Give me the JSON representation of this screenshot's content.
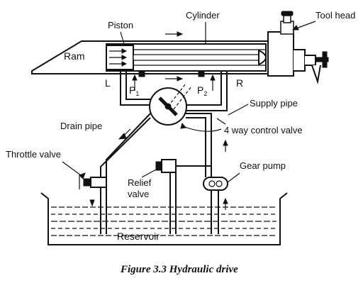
{
  "labels": {
    "piston": "Piston",
    "cylinder": "Cylinder",
    "tool_head": "Tool head",
    "ram": "Ram",
    "left_port": "L",
    "right_port": "R",
    "p1": "P",
    "p1_sub": "1",
    "p2": "P",
    "p2_sub": "2",
    "supply_pipe": "Supply pipe",
    "drain_pipe": "Drain pipe",
    "control_valve": "4 way control valve",
    "throttle_valve": "Throttle valve",
    "gear_pump": "Gear pump",
    "relief_valve_line1": "Relief",
    "relief_valve_line2": "valve",
    "reservoir": "Reservoir"
  },
  "caption": "Figure 3.3 Hydraulic drive"
}
